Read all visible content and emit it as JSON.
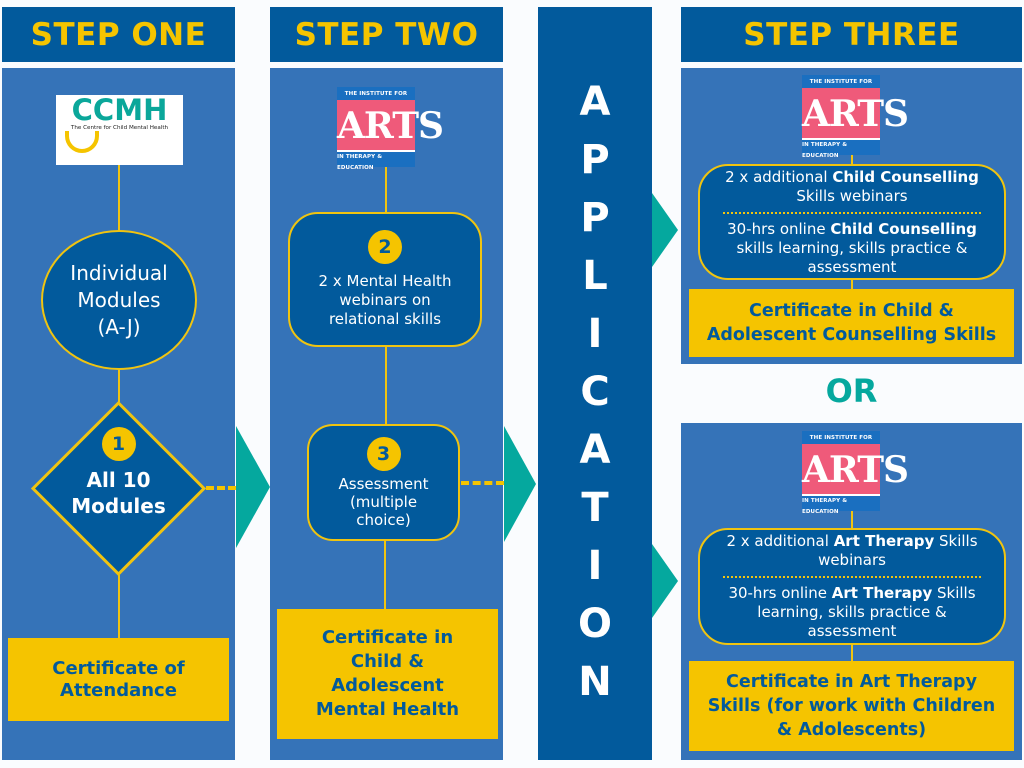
{
  "step_one": {
    "title": "STEP ONE",
    "logo": {
      "name": "CCMH",
      "subtitle": "The Centre for Child Mental Health"
    },
    "modules_node": "Individual Modules (A-J)",
    "modules_lines": [
      "Individual",
      "Modules",
      "(A-J)"
    ],
    "milestone": {
      "number": "1",
      "lines": [
        "All 10",
        "Modules"
      ]
    },
    "certificate_lines": [
      "Certificate of",
      "Attendance"
    ]
  },
  "step_two": {
    "title": "STEP TWO",
    "logo": {
      "top": "THE INSTITUTE FOR",
      "main": "ARTS",
      "bottom": "IN THERAPY & EDUCATION"
    },
    "webinars_node": {
      "number": "2",
      "lines": [
        "2 x Mental Health",
        "webinars on",
        "relational skills"
      ]
    },
    "assessment_node": {
      "number": "3",
      "lines": [
        "Assessment",
        "(multiple",
        "choice)"
      ]
    },
    "certificate_lines": [
      "Certificate in",
      "Child &",
      "Adolescent",
      "Mental Health"
    ]
  },
  "application": {
    "letters": [
      "A",
      "P",
      "P",
      "L",
      "I",
      "C",
      "A",
      "T",
      "I",
      "O",
      "N"
    ]
  },
  "step_three": {
    "title": "STEP THREE",
    "or_label": "OR",
    "options": [
      {
        "logo": {
          "top": "THE INSTITUTE FOR",
          "main": "ARTS",
          "bottom": "IN THERAPY & EDUCATION"
        },
        "item1": {
          "pre": "2 x additional ",
          "bold": "Child Counselling",
          "post": " Skills webinars"
        },
        "item2": {
          "pre": "30-hrs online ",
          "bold": "Child Counselling",
          "post": " skills learning, skills practice & assessment"
        },
        "certificate_lines": [
          "Certificate in Child &",
          "Adolescent Counselling Skills"
        ]
      },
      {
        "logo": {
          "top": "THE INSTITUTE FOR",
          "main": "ARTS",
          "bottom": "IN THERAPY & EDUCATION"
        },
        "item1": {
          "pre": "2 x additional ",
          "bold": "Art Therapy",
          "post": " Skills webinars"
        },
        "item2": {
          "pre": "30-hrs online ",
          "bold": "Art Therapy",
          "post": " Skills learning, skills practice & assessment"
        },
        "certificate_lines": [
          "Certificate in Art Therapy",
          "Skills (for work with Children",
          "& Adolescents)"
        ]
      }
    ]
  },
  "colors": {
    "header_blue": "#025a9c",
    "panel_blue": "#3573b8",
    "yellow": "#f5c400",
    "teal": "#05a89e",
    "arts_pink": "#ef5a7a"
  }
}
